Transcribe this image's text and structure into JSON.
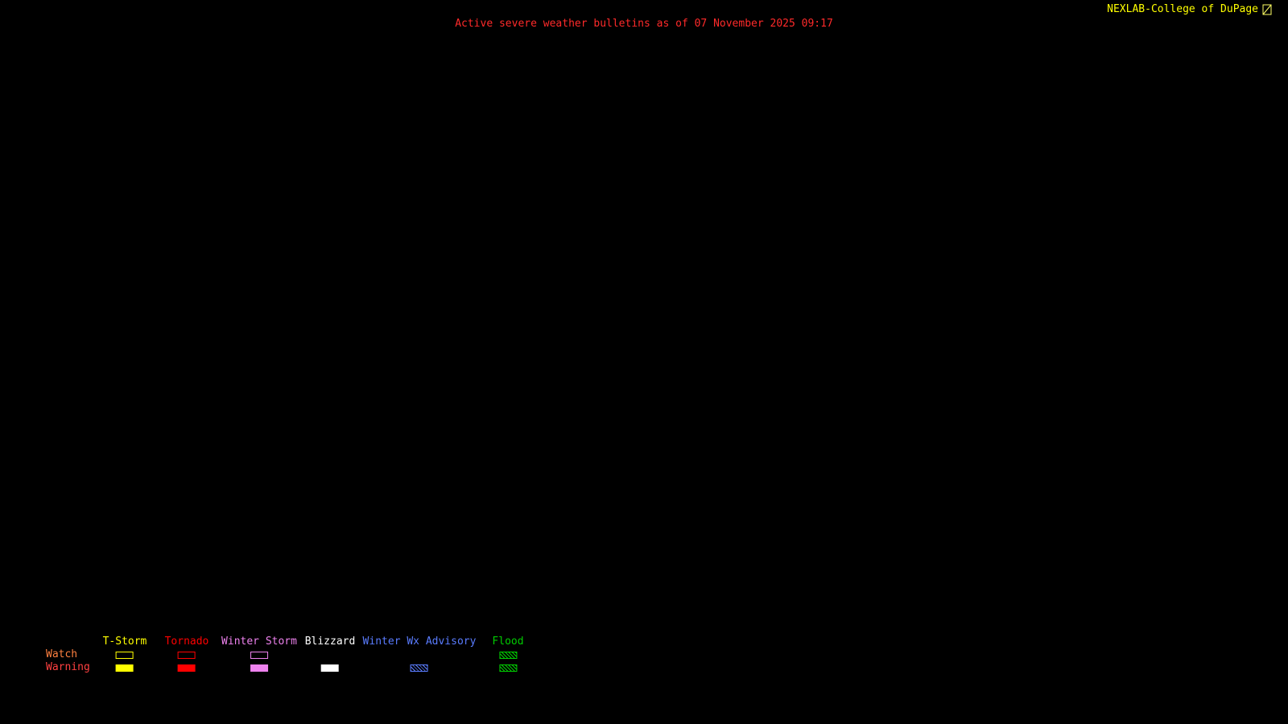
{
  "page": {
    "background": "#000000"
  },
  "brand": {
    "text": "NEXLAB-College of DuPage",
    "color": "#ffff00"
  },
  "title": {
    "text": "Active severe weather bulletins as of 07 November 2025 09:17",
    "color": "#ff2a2a"
  },
  "legend": {
    "rows": [
      {
        "label": "Watch",
        "color": "#ff8040"
      },
      {
        "label": "Warning",
        "color": "#ff4040"
      }
    ],
    "columns": [
      {
        "label": "T-Storm",
        "color": "#ffff00",
        "watch": "outline",
        "warning": "fill"
      },
      {
        "label": "Tornado",
        "color": "#ff0000",
        "watch": "outline",
        "warning": "fill"
      },
      {
        "label": "Winter Storm",
        "color": "#ee82ee",
        "watch": "outline",
        "warning": "fill"
      },
      {
        "label": "Blizzard",
        "color": "#ffffff",
        "watch": "none",
        "warning": "fill"
      },
      {
        "label": "Winter Wx Advisory",
        "color": "#5a7cff",
        "watch": "none",
        "warning": "hatch"
      },
      {
        "label": "Flood",
        "color": "#00cc00",
        "watch": "hatch",
        "warning": "hatch"
      }
    ]
  }
}
